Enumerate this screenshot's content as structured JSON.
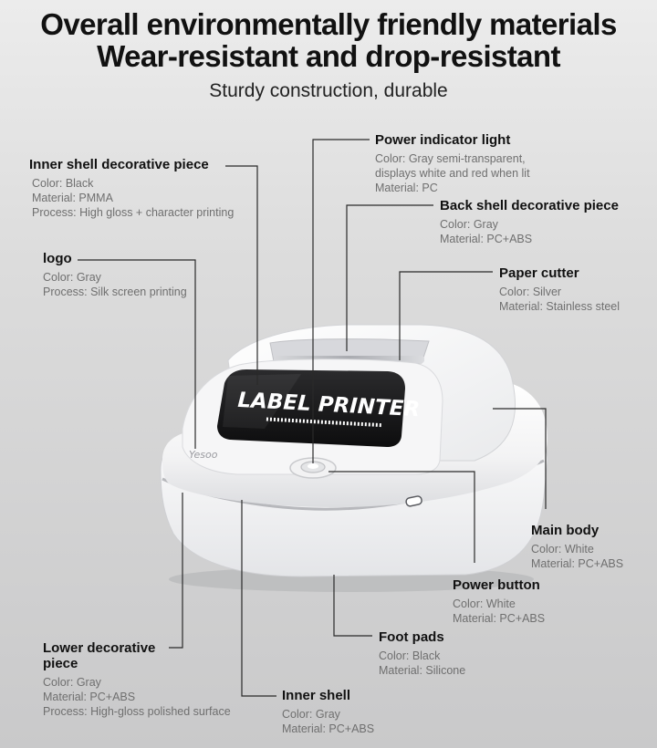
{
  "headline": {
    "line1": "Overall environmentally friendly materials",
    "line2": "Wear-resistant and drop-resistant",
    "subtitle": "Sturdy construction, durable"
  },
  "product": {
    "screen_text": "LABEL PRINTER",
    "logo_text": "Yesoo"
  },
  "callouts": {
    "inner_shell_decorative": {
      "title": "Inner shell decorative piece",
      "details": [
        "Color: Black",
        "Material: PMMA",
        "Process: High gloss + character printing"
      ]
    },
    "logo": {
      "title": "logo",
      "details": [
        "Color: Gray",
        "Process: Silk screen printing"
      ]
    },
    "power_indicator": {
      "title": "Power indicator light",
      "details": [
        "Color: Gray semi-transparent,",
        "displays white and red when lit",
        "Material: PC"
      ]
    },
    "back_shell_decorative": {
      "title": "Back shell decorative piece",
      "details": [
        "Color: Gray",
        "Material: PC+ABS"
      ]
    },
    "paper_cutter": {
      "title": "Paper cutter",
      "details": [
        "Color: Silver",
        "Material: Stainless steel"
      ]
    },
    "main_body": {
      "title": "Main body",
      "details": [
        "Color: White",
        "Material: PC+ABS"
      ]
    },
    "power_button": {
      "title": "Power button",
      "details": [
        "Color: White",
        "Material: PC+ABS"
      ]
    },
    "foot_pads": {
      "title": "Foot pads",
      "details": [
        "Color: Black",
        "Material: Silicone"
      ]
    },
    "lower_decorative": {
      "title": "Lower decorative piece",
      "details": [
        "Color: Gray",
        "Material: PC+ABS",
        "Process: High-gloss polished surface"
      ]
    },
    "inner_shell": {
      "title": "Inner shell",
      "details": [
        "Color: Gray",
        "Material: PC+ABS"
      ]
    }
  }
}
